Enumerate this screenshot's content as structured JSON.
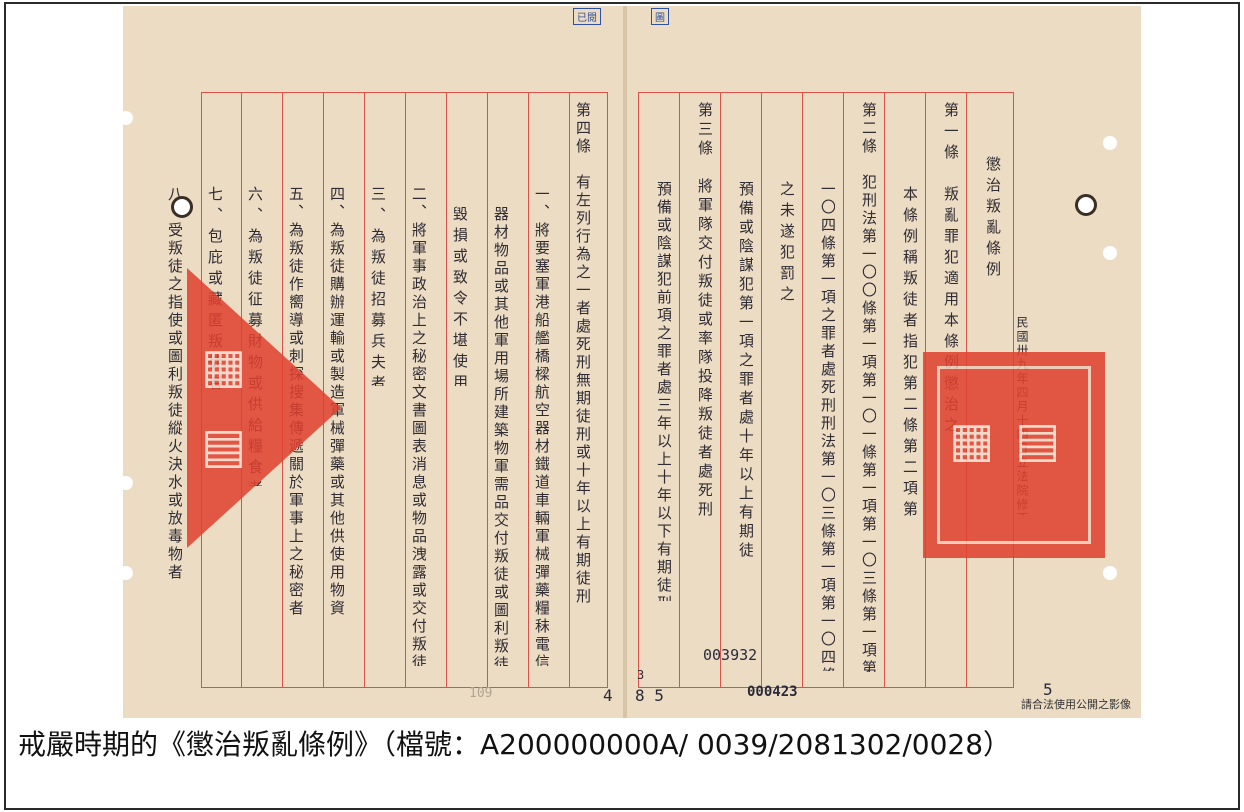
{
  "caption": "戒嚴時期的《懲治叛亂條例》（檔號：A200000000A/ 0039/2081302/0028）",
  "document": {
    "title": "懲治叛亂條例",
    "amendment_note": "民國卅九年四月十四日立法院修正",
    "right_columns": [
      "第一條　叛亂罪犯適用本條例懲治之",
      "本條例稱叛徒者指犯第二條第二項第三之罪者",
      "第二條　犯刑法第一〇〇條第一項第一〇一條第一項第一〇三條第一項第",
      "一〇四條第一項之罪者處死刑刑法第一〇三條第一項第一〇四條第一項",
      "之未遂犯罰之",
      "預備或陰謀犯第一項之罪者處十年以上有期徒刑",
      "第三條　將軍隊交付叛徒或率隊投降叛徒者處死刑",
      "預備或陰謀犯前項之罪者處三年以上十年以下有期徒刑",
      "第四條　有左列行為之一者處死刑無期徒刑或十年以上有期徒刑"
    ],
    "left_columns": [
      "一、將要塞軍港船艦橋樑航空器材鐵道車輛軍械彈藥糧秣電信交通",
      "器材物品或其他軍用場所建築物軍需品交付叛徒或圖利叛徒而",
      "毀損或致令不堪使用者",
      "二、將軍事政治上之秘密文書圖表消息或物品洩露或交付叛徒者",
      "三、為叛徒招募兵夫者",
      "四、為叛徒購辦運輸或製造軍械彈藥或其他供使用物資者",
      "五、為叛徒作嚮導或刺探搜集傳遞關於軍事上之秘密者",
      "六、為叛徒征募財物或供給糧食者",
      "七、包庇或藏匿叛徒者",
      "八、受叛徒之指使或圖利叛徒縱火決水或放毒物者"
    ],
    "stamp_numbers": {
      "num1": "003932",
      "num2": "000423",
      "page_left": "4",
      "page_mid": "8 5",
      "page_small": "3",
      "page_right": "5",
      "faded": "109"
    },
    "tabs": {
      "left": "已閱",
      "right": "圖"
    },
    "footnote": "請合法使用公開之影像"
  },
  "colors": {
    "paper": "#ecdcc4",
    "rule_red": "#d9534a",
    "seal_red": "#e0412f",
    "ink": "#2f2c33"
  }
}
